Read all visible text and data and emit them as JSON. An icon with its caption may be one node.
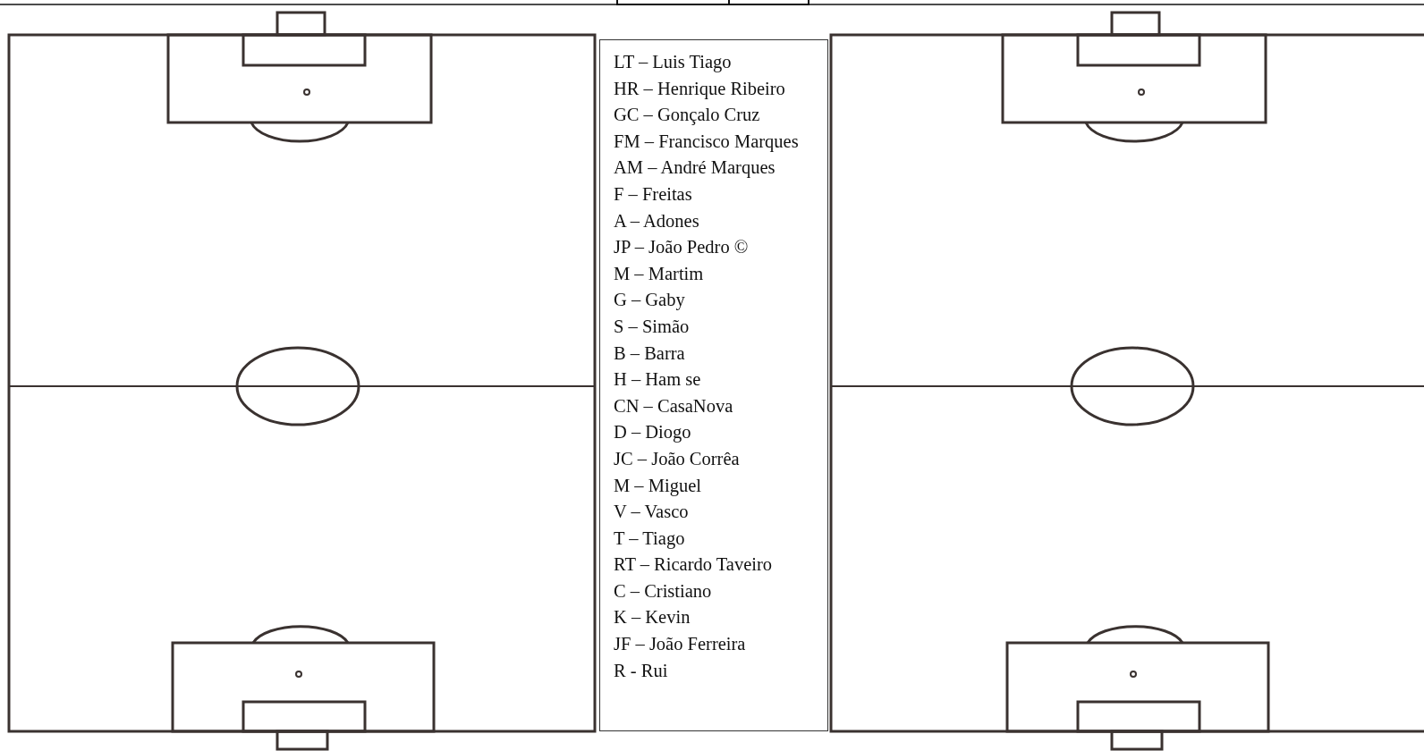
{
  "diagram": {
    "nodes": [
      {
        "text": [
          "LT – Luis Tiago",
          "HR – Henrique Ribeiro",
          "GC – Gonçalo Cruz",
          "FM – Francisco Marques",
          "AM – André Marques",
          "F – Freitas",
          "A – Adones",
          "JP – João Pedro ©",
          "M – Martim",
          "G – Gaby",
          "S – Simão",
          "B – Barra",
          "H – Ham se",
          "CN – CasaNova",
          "D – Diogo",
          "JC – João Corrêa",
          "M – Miguel",
          "V – Vasco",
          "T – Tiago",
          "RT – Ricardo Taveiro",
          "C – Cristiano",
          "K – Kevin",
          "JF – João Ferreira",
          "R - Rui"
        ]
      }
    ]
  }
}
